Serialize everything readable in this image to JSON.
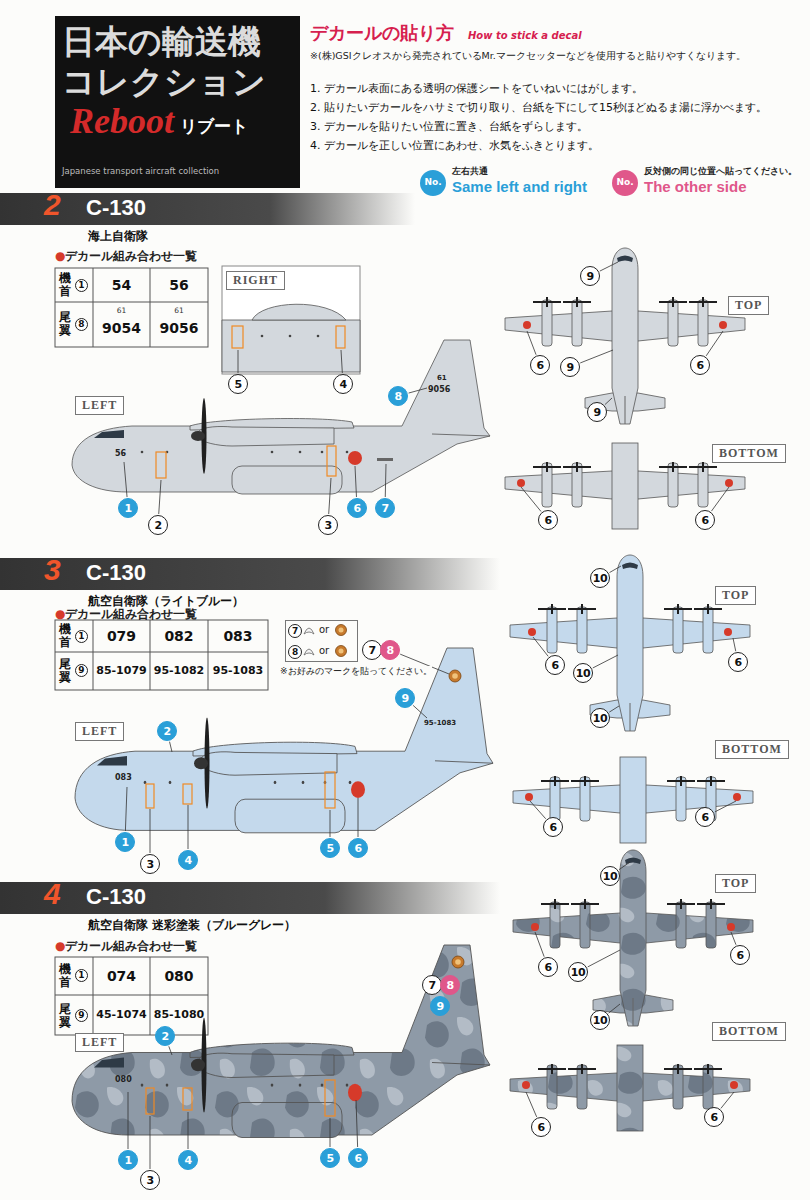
{
  "diagram": {
    "title": "日本の輸送機 コレクション",
    "nodes": [
      {
        "text": [
          "2",
          "C-130",
          "海上自衛隊"
        ]
      },
      {
        "text": [
          "RIGHT"
        ]
      },
      {
        "text": [
          "5"
        ]
      },
      {
        "text": [
          "4"
        ]
      },
      {
        "text": [
          "TOP"
        ]
      },
      {
        "text": [
          "9"
        ]
      },
      {
        "text": [
          "6"
        ]
      },
      {
        "text": [
          "9"
        ]
      },
      {
        "text": [
          "6"
        ]
      },
      {
        "text": [
          "9"
        ]
      },
      {
        "text": [
          "8"
        ]
      },
      {
        "text": [
          "LEFT"
        ]
      },
      {
        "text": [
          "BOTTOM"
        ]
      },
      {
        "text": [
          "6"
        ]
      },
      {
        "text": [
          "6"
        ]
      },
      {
        "text": [
          "1"
        ]
      },
      {
        "text": [
          "2"
        ]
      },
      {
        "text": [
          "6"
        ]
      },
      {
        "text": [
          "7"
        ]
      },
      {
        "text": [
          "3"
        ]
      },
      {
        "text": [
          "3",
          "C-130",
          "航空自衛隊（ライトブルー）"
        ]
      },
      {
        "text": [
          "or",
          "or"
        ]
      },
      {
        "text": [
          "7"
        ],
        "in": 21
      },
      {
        "text": [
          "8"
        ],
        "in": 21
      },
      {
        "text": [
          "7"
        ]
      },
      {
        "text": [
          "8"
        ]
      },
      {
        "text": [
          "TOP"
        ]
      },
      {
        "text": [
          "10"
        ]
      },
      {
        "text": [
          "9"
        ]
      },
      {
        "text": [
          "6"
        ]
      },
      {
        "text": [
          "10"
        ]
      },
      {
        "text": [
          "6"
        ]
      },
      {
        "text": [
          "10"
        ]
      },
      {
        "text": [
          "LEFT"
        ]
      },
      {
        "text": [
          "2"
        ]
      },
      {
        "text": [
          "BOTTOM"
        ]
      },
      {
        "text": [
          "5"
        ]
      },
      {
        "text": [
          "6"
        ]
      },
      {
        "text": [
          "1"
        ]
      },
      {
        "text": [
          "4"
        ]
      },
      {
        "text": [
          "3"
        ]
      },
      {
        "text": [
          "6"
        ]
      },
      {
        "text": [
          "6"
        ]
      },
      {
        "text": [
          "4",
          "C-130",
          "航空自衛隊 迷彩塗装（ブルーグレー）"
        ]
      },
      {
        "text": [
          "TOP"
        ]
      },
      {
        "text": [
          "10"
        ]
      },
      {
        "text": [
          "7"
        ]
      },
      {
        "text": [
          "8"
        ]
      },
      {
        "text": [
          "9"
        ]
      },
      {
        "text": [
          "6"
        ]
      },
      {
        "text": [
          "10"
        ]
      },
      {
        "text": [
          "6"
        ]
      },
      {
        "text": [
          "10"
        ]
      },
      {
        "text": [
          "BOTTOM"
        ]
      },
      {
        "text": [
          "LEFT"
        ]
      },
      {
        "text": [
          "2"
        ]
      },
      {
        "text": [
          "6"
        ]
      },
      {
        "text": [
          "6"
        ]
      },
      {
        "text": [
          "1"
        ]
      },
      {
        "text": [
          "4"
        ]
      },
      {
        "text": [
          "5"
        ]
      },
      {
        "text": [
          "6"
        ]
      },
      {
        "text": [
          "3"
        ]
      }
    ],
    "labels": [
      "Reboot",
      "リブート",
      "Japanese transport aircraft collection",
      "デカールの貼り方",
      "How to stick a decal",
      "※(株)GSIクレオスから発売されているMr.マークセッターなどを使用すると貼りやすくなります。",
      "1. デカール表面にある透明の保護シートをていねいにはがします。",
      "2. 貼りたいデカールをハサミで切り取り、台紙を下にして15秒ほどぬるま湯に浮かべます。",
      "3. デカールを貼りたい位置に置き、台紙をずらします。",
      "4. デカールを正しい位置にあわせ、水気をふきとります。",
      "No.",
      "左右共通",
      "No.",
      "反対側の同じ位置へ貼ってください。",
      "●デカール組み合わせ一覧",
      "機首",
      "1",
      "54",
      "56",
      "尾翼",
      "8",
      "61",
      "9054",
      "61",
      "9056",
      "56",
      "61",
      "9056",
      "●デカール組み合わせ一覧",
      "機首",
      "1",
      "079",
      "082",
      "083",
      "尾翼",
      "9",
      "85-1079",
      "95-1082",
      "95-1083",
      "※お好みのマークを貼ってください。",
      "083",
      "95-1083",
      "●デカール組み合わせ一覧",
      "機首",
      "1",
      "074",
      "080",
      "尾翼",
      "9",
      "45-1074",
      "85-1080",
      "080"
    ],
    "legend": [
      {
        "text": "Same left and right",
        "color": "#2a9fd8"
      },
      {
        "text": "The other side",
        "color": "#e0578a"
      }
    ]
  }
}
